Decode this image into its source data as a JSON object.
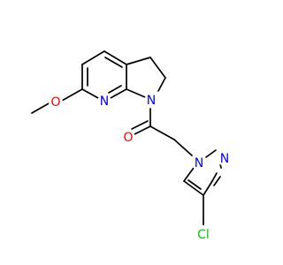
{
  "molecule": {
    "atoms": [
      {
        "id": "O_methoxy",
        "label": "O",
        "color": "#ff0000"
      },
      {
        "id": "N_pyridine",
        "label": "N",
        "color": "#0000ff"
      },
      {
        "id": "N_pyrroline",
        "label": "N",
        "color": "#0000ff"
      },
      {
        "id": "O_carbonyl",
        "label": "O",
        "color": "#ff0000"
      },
      {
        "id": "N_pyrazole_1",
        "label": "N",
        "color": "#0000ff"
      },
      {
        "id": "N_pyrazole_2",
        "label": "N",
        "color": "#0000ff"
      },
      {
        "id": "Cl",
        "label": "Cl",
        "color": "#00cc00"
      }
    ]
  }
}
